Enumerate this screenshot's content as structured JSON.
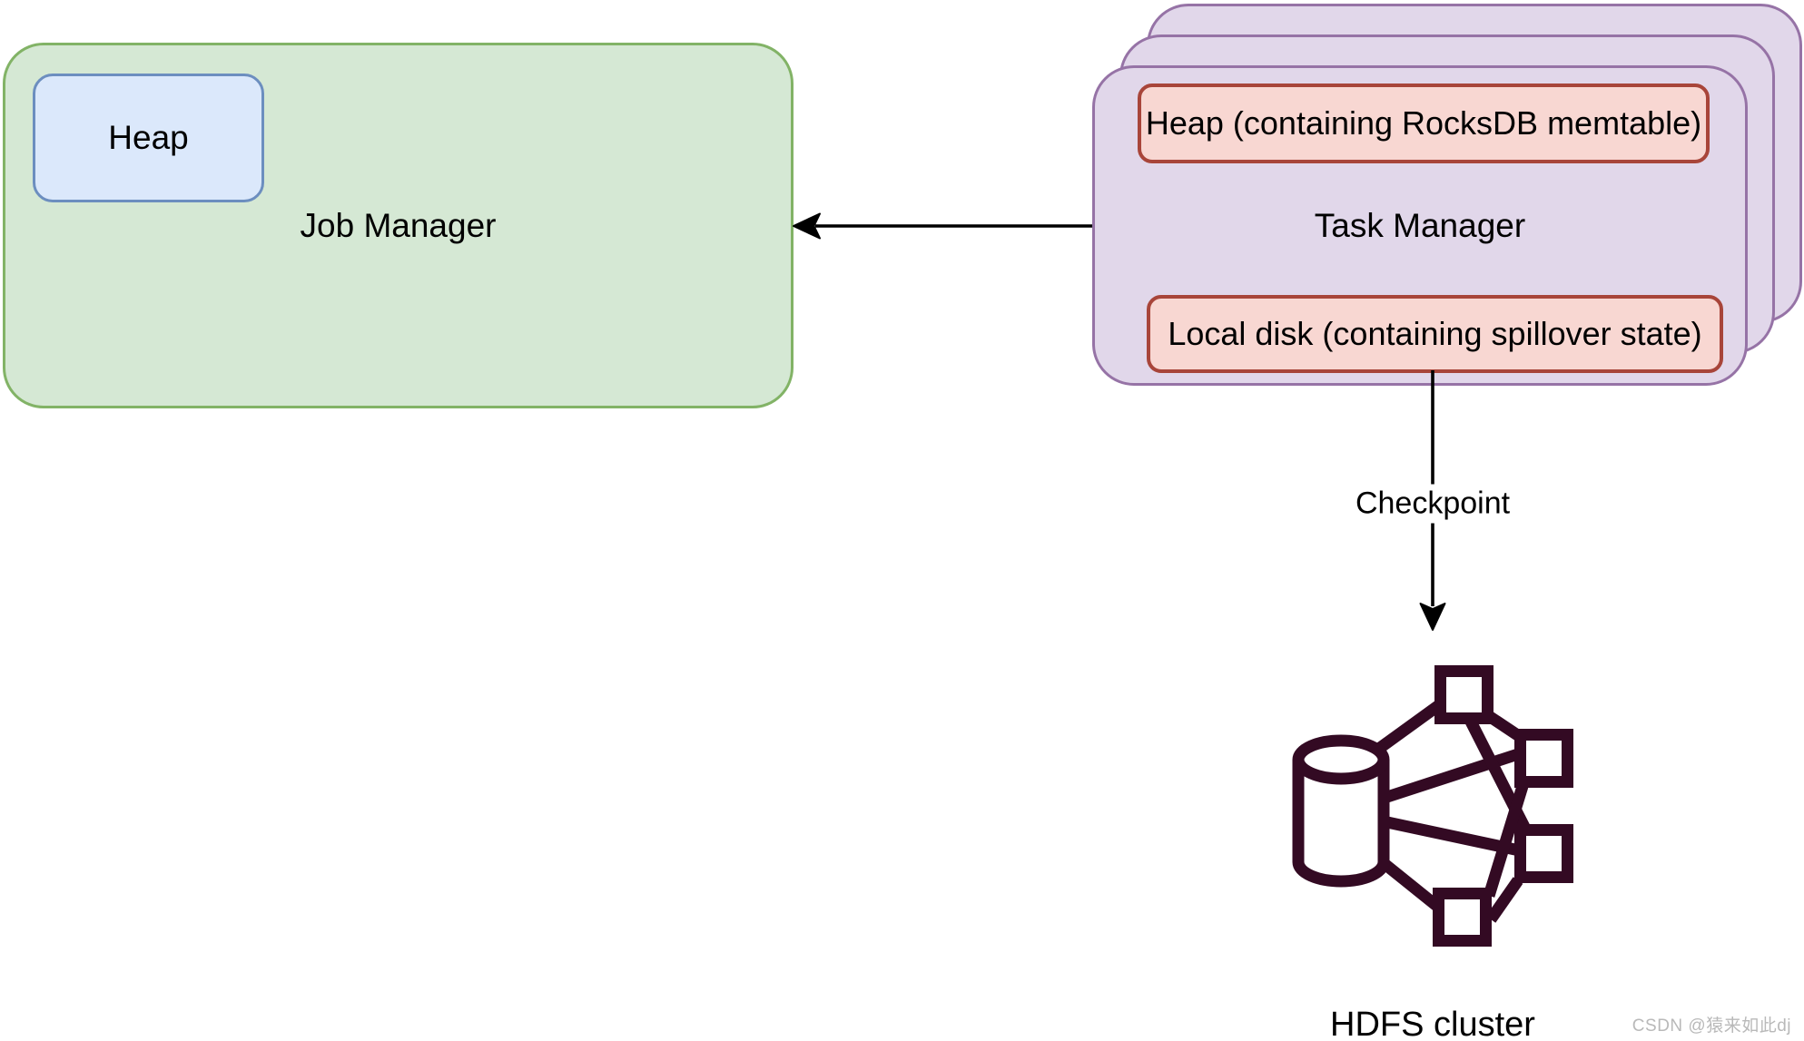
{
  "diagram": {
    "nodes": {
      "job_manager": {
        "label": "Job Manager"
      },
      "job_manager_heap": {
        "label": "Heap"
      },
      "task_manager": {
        "label": "Task Manager",
        "stacked_copies": 3
      },
      "task_manager_heap": {
        "label": "Heap (containing RocksDB memtable)"
      },
      "task_manager_local_disk": {
        "label": "Local disk (containing spillover state)"
      },
      "hdfs_cluster": {
        "label": "HDFS cluster",
        "icon": "hdfs-network-icon"
      }
    },
    "edges": {
      "task_manager_to_job_manager": {
        "label": "",
        "direction": "left"
      },
      "checkpoint": {
        "label": "Checkpoint",
        "direction": "down"
      }
    },
    "colors": {
      "job_manager_fill": "#d5e8d4",
      "job_manager_border": "#82b366",
      "heap_blue_fill": "#dbe8fb",
      "heap_blue_border": "#6c8ebf",
      "task_manager_fill": "#e1d7ea",
      "task_manager_border": "#9673a6",
      "red_box_fill": "#f8d7d2",
      "red_box_border": "#a8453a",
      "hdfs_icon": "#330a23",
      "arrow": "#000000",
      "watermark": "#b9b9b9"
    }
  },
  "watermark": {
    "label": "CSDN @猿来如此dj"
  }
}
